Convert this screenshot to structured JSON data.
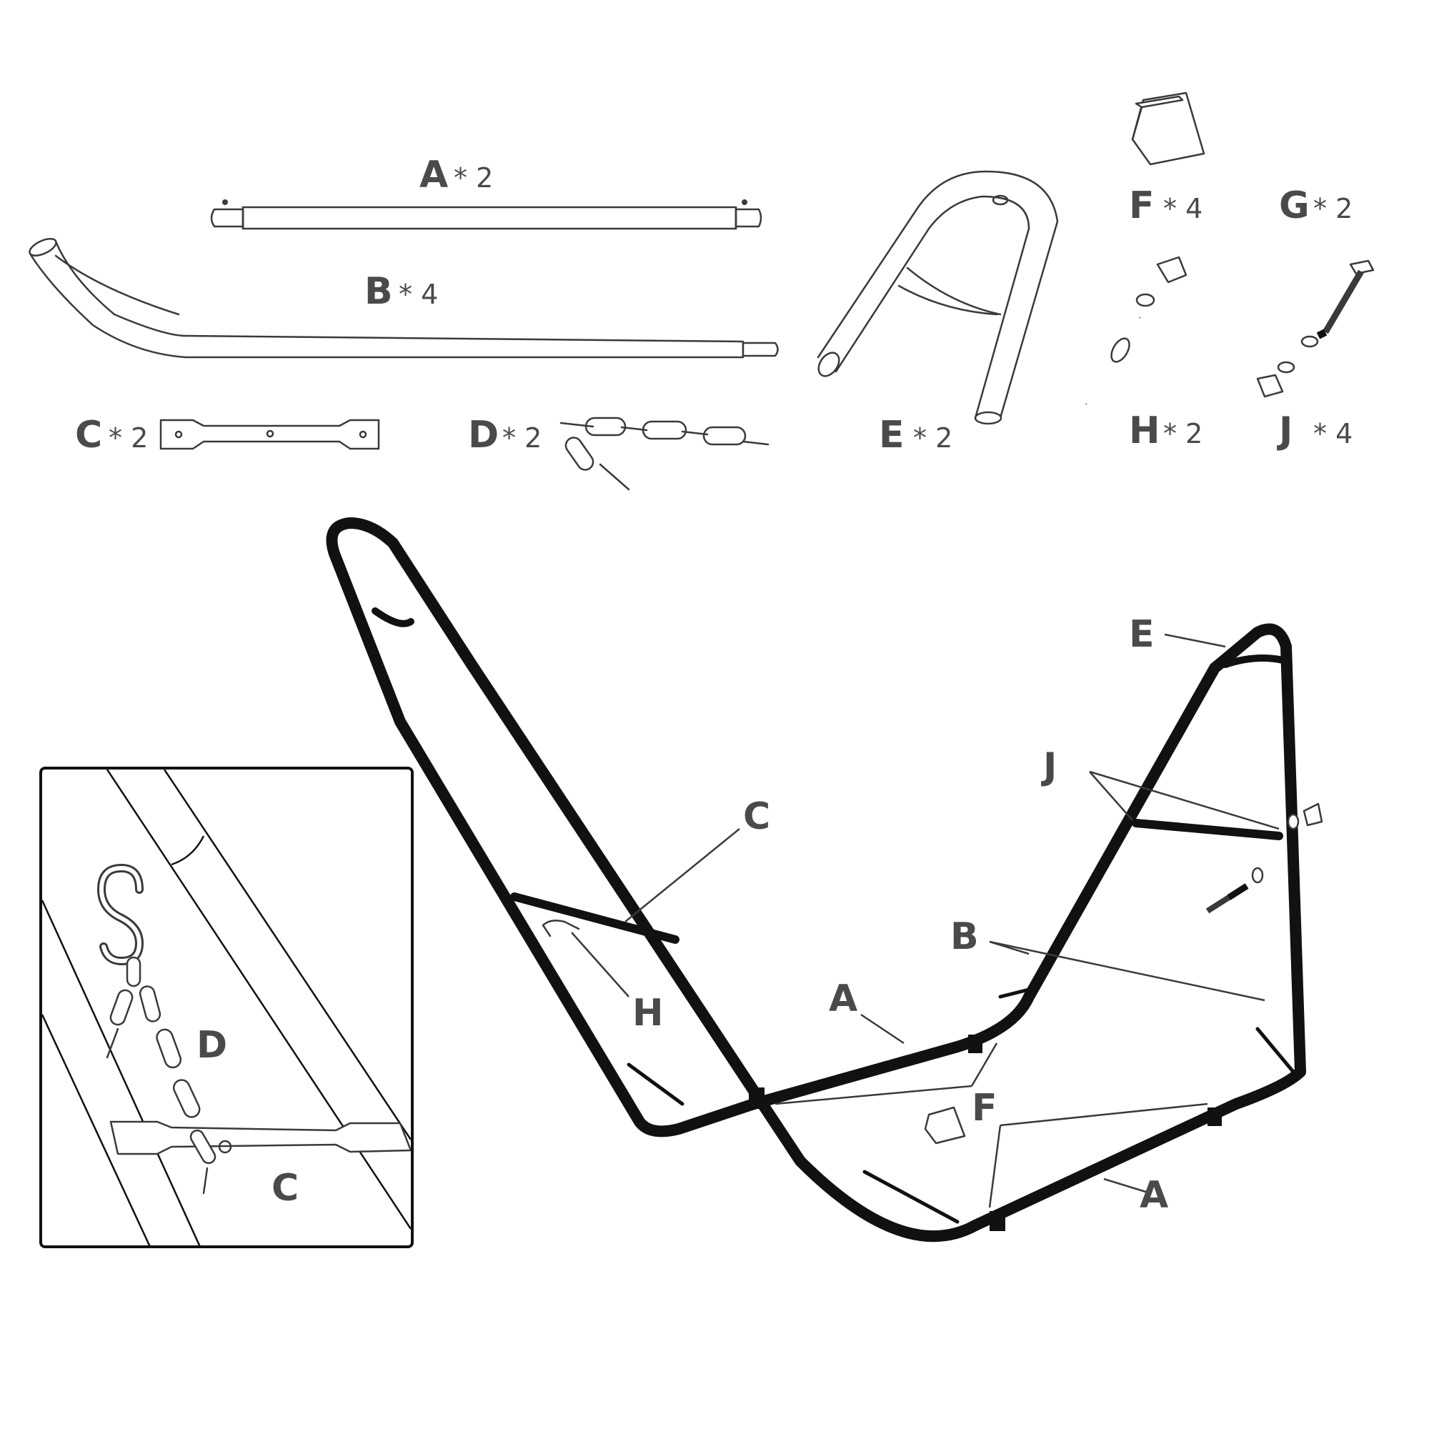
{
  "parts": {
    "A": {
      "letter": "A",
      "qty": "* 2"
    },
    "B": {
      "letter": "B",
      "qty": "* 4"
    },
    "C": {
      "letter": "C",
      "qty": "* 2"
    },
    "D": {
      "letter": "D",
      "qty": "* 2"
    },
    "E": {
      "letter": "E",
      "qty": "* 2"
    },
    "F": {
      "letter": "F",
      "qty": "* 4"
    },
    "G": {
      "letter": "G",
      "qty": "* 2"
    },
    "H": {
      "letter": "H",
      "qty": "* 2"
    },
    "J": {
      "letter": "J",
      "qty": "* 4"
    }
  },
  "assembly_labels": {
    "E": "E",
    "J": "J",
    "C": "C",
    "H": "H",
    "B": "B",
    "A_left": "A",
    "A_right": "A",
    "F": "F"
  },
  "inset_labels": {
    "D": "D",
    "C": "C"
  },
  "icons": [
    "s-hook-icon",
    "chain-icon",
    "eye-hook-icon",
    "bolt-icon",
    "foot-cap-icon"
  ]
}
